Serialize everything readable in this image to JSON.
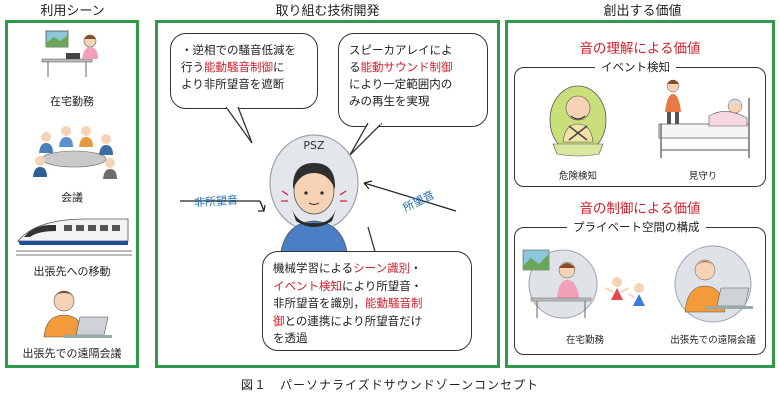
{
  "headers": {
    "left": "利用シーン",
    "center": "取り組む技術開発",
    "right": "創出する価値"
  },
  "use_scenes": [
    "在宅勤務",
    "会議",
    "出張先への移動",
    "出張先での遠隔会議"
  ],
  "tech": {
    "bubble_left": {
      "line1": "・逆相での騒音低減を",
      "line2a": "行う",
      "line2b": "能動騒音制御",
      "line2c": "に",
      "line3": "より非所望音を遮断"
    },
    "bubble_right": {
      "line1": "スピーカアレイによ",
      "line2a": "る",
      "line2b": "能動サウンド制御",
      "line3": "により一定範囲内の",
      "line4": "みの再生を実現"
    },
    "bubble_bottom": {
      "l1a": "機械学習による",
      "l1b": "シーン識別",
      "l1c": "・",
      "l2a": "イベント検知",
      "l2b": "により所望音・",
      "l3a": "非所望音を識別，",
      "l3b": "能動騒音制",
      "l4a": "御",
      "l4b": "との連携により所望音だけ",
      "l5": "を透過"
    },
    "psz_label": "PSZ",
    "unwanted": "非所望音",
    "wanted": "所望音"
  },
  "value": {
    "understanding_title": "音の理解による価値",
    "event_box_title": "イベント検知",
    "event_items": [
      "危険検知",
      "見守り"
    ],
    "control_title": "音の制御による価値",
    "private_box_title": "プライベート空間の構成",
    "private_items": [
      "在宅勤務",
      "出張先での遠隔会議"
    ]
  },
  "caption": "図１　パーソナライズドサウンドゾーンコンセプト",
  "colors": {
    "green_border": "#2e9a4a",
    "red_text": "#d21f2b",
    "blue_text": "#1f6fb5"
  }
}
